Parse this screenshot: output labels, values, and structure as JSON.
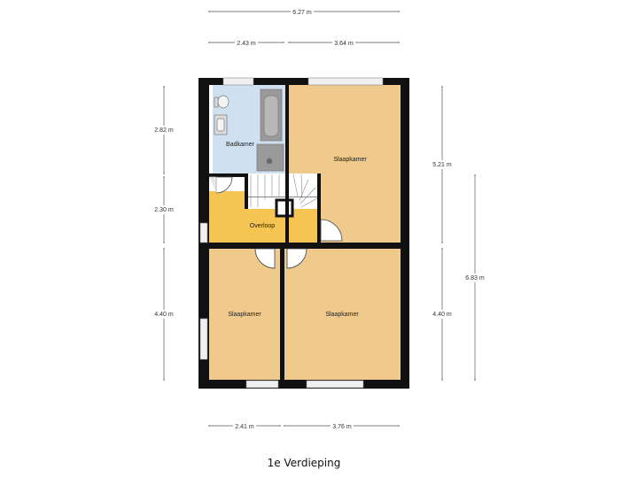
{
  "title": "1e  Verdieping",
  "rooms": {
    "badkamer": "Badkamer",
    "slaapkamer_top_right": "Slaapkamer",
    "overloop": "Overloop",
    "slaapkamer_bottom_left": "Slaapkamer",
    "slaapkamer_bottom_right": "Slaapkamer"
  },
  "dimensions": {
    "top_total": "6.27 m",
    "top_left": "2.43 m",
    "top_right": "3.64 m",
    "bottom_left": "2.41 m",
    "bottom_right": "3.76 m",
    "left_top": "2.82 m",
    "left_mid": "2.30 m",
    "left_bottom": "4.40 m",
    "right_top": "5.21 m",
    "right_bottom": "4.40 m",
    "right_total": "6.83 m"
  },
  "colors": {
    "wall": "#111111",
    "bedroom_floor": "#f0c98c",
    "landing_floor": "#f6c453",
    "bathroom_floor": "#cfe0f0",
    "window": "#e8e8e8",
    "dim_line": "#555555"
  }
}
